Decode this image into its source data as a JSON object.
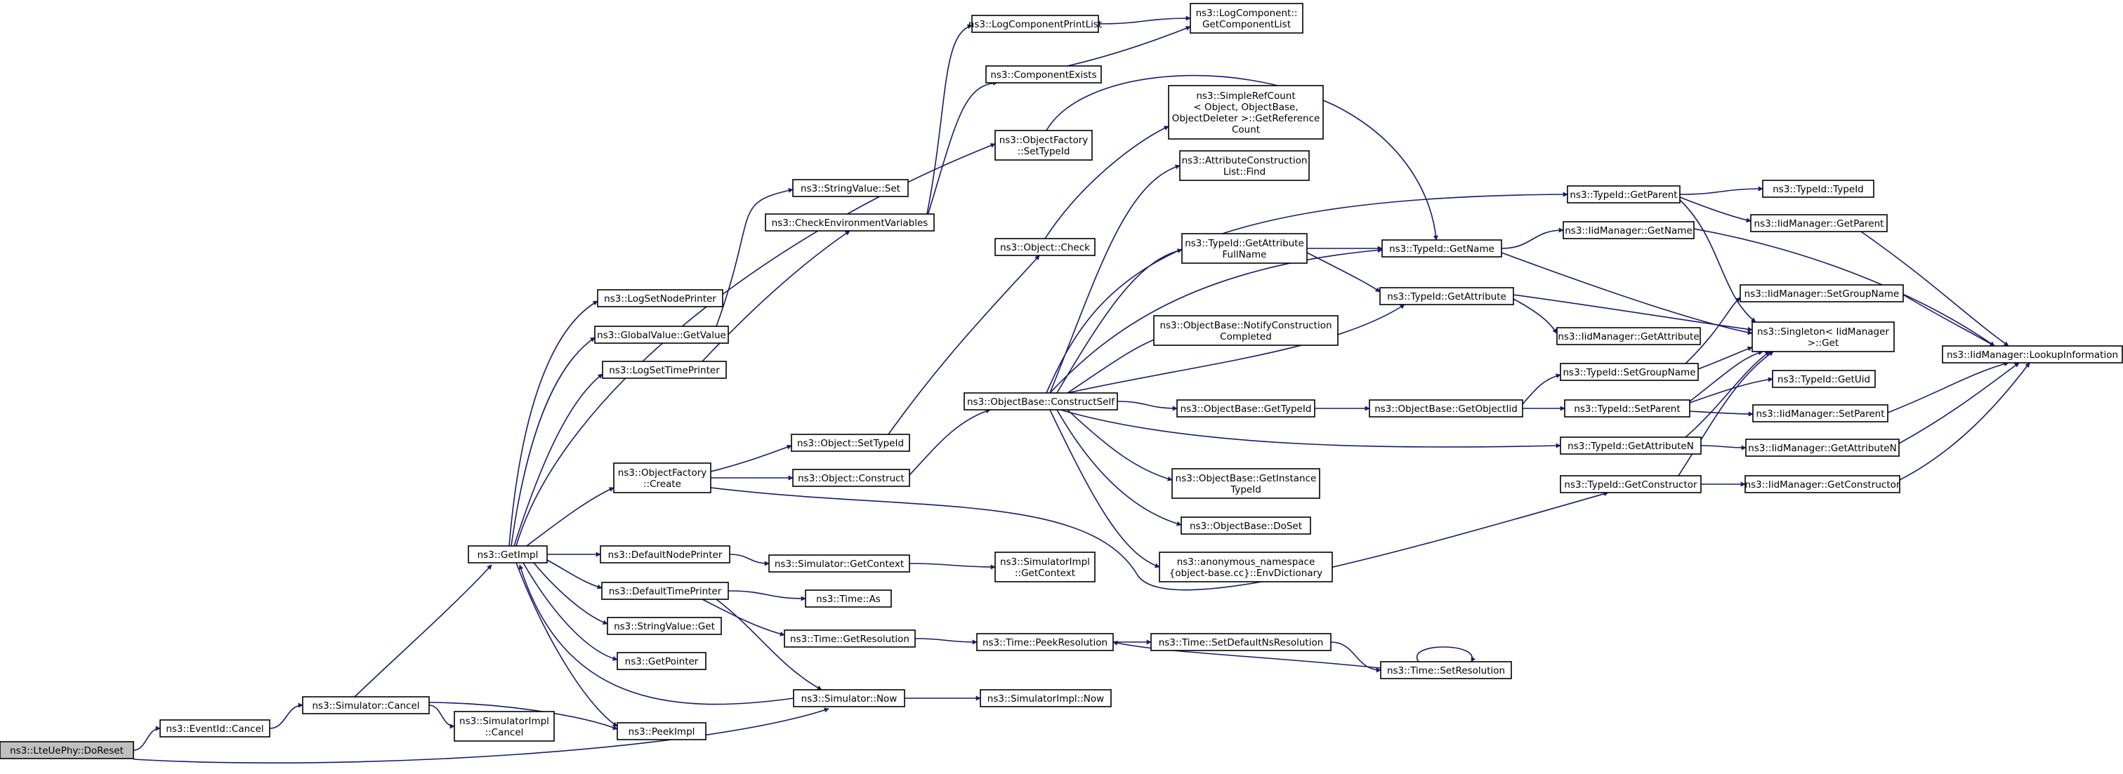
{
  "graph": {
    "edge_color": "#191970",
    "root_fill": "#c0c0c0",
    "node_fill": "#ffffff",
    "nodes": [
      {
        "id": "DoReset",
        "lines": [
          "ns3::LteUePhy::DoReset"
        ],
        "root": true
      },
      {
        "id": "EventIdCancel",
        "lines": [
          "ns3::EventId::Cancel"
        ]
      },
      {
        "id": "SimCancel",
        "lines": [
          "ns3::Simulator::Cancel"
        ]
      },
      {
        "id": "SimImplCancel",
        "lines": [
          "ns3::SimulatorImpl",
          "::Cancel"
        ]
      },
      {
        "id": "PeekImpl",
        "lines": [
          "ns3::PeekImpl"
        ]
      },
      {
        "id": "GetImpl",
        "lines": [
          "ns3::GetImpl"
        ]
      },
      {
        "id": "LogSetNodePrinter",
        "lines": [
          "ns3::LogSetNodePrinter"
        ]
      },
      {
        "id": "GlobalValueGetValue",
        "lines": [
          "ns3::GlobalValue::GetValue"
        ]
      },
      {
        "id": "LogSetTimePrinter",
        "lines": [
          "ns3::LogSetTimePrinter"
        ]
      },
      {
        "id": "ObjFactoryCreate",
        "lines": [
          "ns3::ObjectFactory",
          "::Create"
        ]
      },
      {
        "id": "DefaultNodePrinter",
        "lines": [
          "ns3::DefaultNodePrinter"
        ]
      },
      {
        "id": "DefaultTimePrinter",
        "lines": [
          "ns3::DefaultTimePrinter"
        ]
      },
      {
        "id": "StringValueGet",
        "lines": [
          "ns3::StringValue::Get"
        ]
      },
      {
        "id": "GetPointer",
        "lines": [
          "ns3::GetPointer"
        ]
      },
      {
        "id": "StringValueSet",
        "lines": [
          "ns3::StringValue::Set"
        ]
      },
      {
        "id": "CheckEnv",
        "lines": [
          "ns3::CheckEnvironmentVariables"
        ]
      },
      {
        "id": "ObjSetTypeId",
        "lines": [
          "ns3::Object::SetTypeId"
        ]
      },
      {
        "id": "ObjConstruct",
        "lines": [
          "ns3::Object::Construct"
        ]
      },
      {
        "id": "SimGetContext",
        "lines": [
          "ns3::Simulator::GetContext"
        ]
      },
      {
        "id": "TimeAs",
        "lines": [
          "ns3::Time::As"
        ]
      },
      {
        "id": "TimeGetResolution",
        "lines": [
          "ns3::Time::GetResolution"
        ]
      },
      {
        "id": "SimNow",
        "lines": [
          "ns3::Simulator::Now"
        ]
      },
      {
        "id": "LogCompPrintList",
        "lines": [
          "ns3::LogComponentPrintList"
        ]
      },
      {
        "id": "CompExists",
        "lines": [
          "ns3::ComponentExists"
        ]
      },
      {
        "id": "ObjFactorySetTypeId",
        "lines": [
          "ns3::ObjectFactory",
          "::SetTypeId"
        ]
      },
      {
        "id": "ObjCheck",
        "lines": [
          "ns3::Object::Check"
        ]
      },
      {
        "id": "ConstructSelf",
        "lines": [
          "ns3::ObjectBase::ConstructSelf"
        ]
      },
      {
        "id": "SimImplGetContext",
        "lines": [
          "ns3::SimulatorImpl",
          "::GetContext"
        ]
      },
      {
        "id": "TimePeekResolution",
        "lines": [
          "ns3::Time::PeekResolution"
        ]
      },
      {
        "id": "SimImplNow",
        "lines": [
          "ns3::SimulatorImpl::Now"
        ]
      },
      {
        "id": "LogCompGetList",
        "lines": [
          "ns3::LogComponent::",
          "GetComponentList"
        ]
      },
      {
        "id": "SimpleRefCount",
        "lines": [
          "ns3::SimpleRefCount",
          "< Object, ObjectBase,",
          "ObjectDeleter >::GetReference",
          "Count"
        ]
      },
      {
        "id": "AttrConstructionFind",
        "lines": [
          "ns3::AttributeConstruction",
          "List::Find"
        ]
      },
      {
        "id": "TypeIdGetAttrFullName",
        "lines": [
          "ns3::TypeId::GetAttribute",
          "FullName"
        ]
      },
      {
        "id": "NotifyConstruction",
        "lines": [
          "ns3::ObjectBase::NotifyConstruction",
          "Completed"
        ]
      },
      {
        "id": "ObjBaseGetTypeId",
        "lines": [
          "ns3::ObjectBase::GetTypeId"
        ]
      },
      {
        "id": "GetInstanceTypeId",
        "lines": [
          "ns3::ObjectBase::GetInstance",
          "TypeId"
        ]
      },
      {
        "id": "DoSet",
        "lines": [
          "ns3::ObjectBase::DoSet"
        ]
      },
      {
        "id": "EnvDictionary",
        "lines": [
          "ns3::anonymous_namespace",
          "{object-base.cc}::EnvDictionary"
        ]
      },
      {
        "id": "TimeSetDefaultNs",
        "lines": [
          "ns3::Time::SetDefaultNsResolution"
        ]
      },
      {
        "id": "TypeIdGetName",
        "lines": [
          "ns3::TypeId::GetName"
        ]
      },
      {
        "id": "TypeIdGetAttribute",
        "lines": [
          "ns3::TypeId::GetAttribute"
        ]
      },
      {
        "id": "GetObjectIid",
        "lines": [
          "ns3::ObjectBase::GetObjectIid"
        ]
      },
      {
        "id": "TimeSetResolution",
        "lines": [
          "ns3::Time::SetResolution"
        ]
      },
      {
        "id": "TypeIdGetParent",
        "lines": [
          "ns3::TypeId::GetParent"
        ]
      },
      {
        "id": "IidGetName",
        "lines": [
          "ns3::IidManager::GetName"
        ]
      },
      {
        "id": "IidGetAttribute",
        "lines": [
          "ns3::IidManager::GetAttribute"
        ]
      },
      {
        "id": "TypeIdSetGroupName",
        "lines": [
          "ns3::TypeId::SetGroupName"
        ]
      },
      {
        "id": "TypeIdSetParent",
        "lines": [
          "ns3::TypeId::SetParent"
        ]
      },
      {
        "id": "TypeIdGetAttributeN",
        "lines": [
          "ns3::TypeId::GetAttributeN"
        ]
      },
      {
        "id": "TypeIdGetConstructor",
        "lines": [
          "ns3::TypeId::GetConstructor"
        ]
      },
      {
        "id": "TypeIdTypeId",
        "lines": [
          "ns3::TypeId::TypeId"
        ]
      },
      {
        "id": "IidGetParent",
        "lines": [
          "ns3::IidManager::GetParent"
        ]
      },
      {
        "id": "IidSetGroupName",
        "lines": [
          "ns3::IidManager::SetGroupName"
        ]
      },
      {
        "id": "SingletonGet",
        "lines": [
          "ns3::Singleton< IidManager",
          ">::Get"
        ]
      },
      {
        "id": "TypeIdGetUid",
        "lines": [
          "ns3::TypeId::GetUid"
        ]
      },
      {
        "id": "IidSetParent",
        "lines": [
          "ns3::IidManager::SetParent"
        ]
      },
      {
        "id": "IidGetAttributeN",
        "lines": [
          "ns3::IidManager::GetAttributeN"
        ]
      },
      {
        "id": "IidGetConstructor",
        "lines": [
          "ns3::IidManager::GetConstructor"
        ]
      },
      {
        "id": "IidLookup",
        "lines": [
          "ns3::IidManager::LookupInformation"
        ]
      }
    ]
  }
}
